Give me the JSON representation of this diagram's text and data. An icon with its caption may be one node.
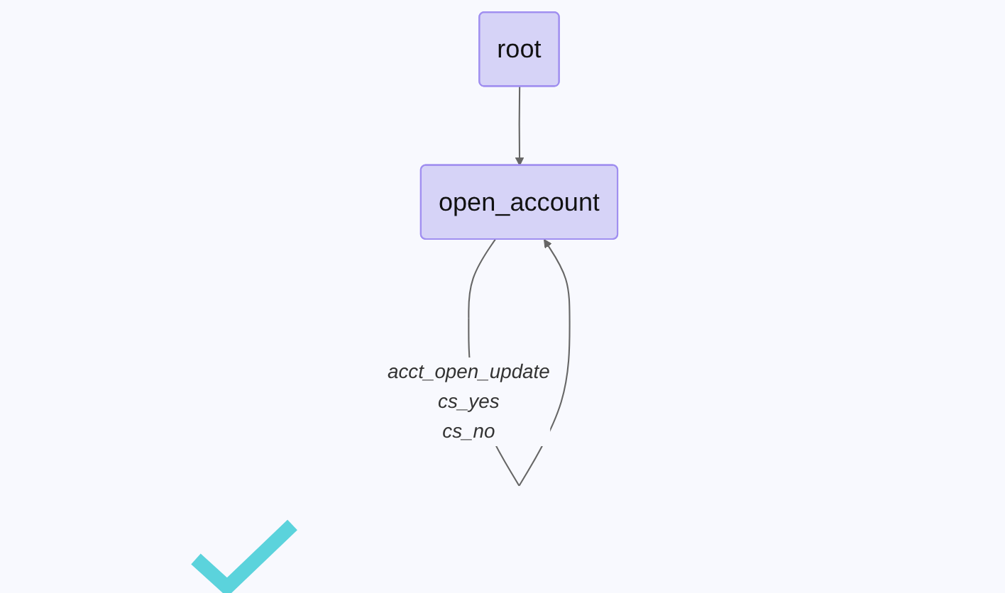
{
  "diagram": {
    "nodes": [
      {
        "text": [
          "root"
        ]
      },
      {
        "text": [
          "open_account"
        ]
      }
    ],
    "edges": [
      {
        "from": 0,
        "to": 1,
        "arrow": "to"
      },
      {
        "from": 1,
        "to": 1,
        "arrow": "to",
        "label": "acct_open_update cs_yes cs_no"
      }
    ]
  }
}
